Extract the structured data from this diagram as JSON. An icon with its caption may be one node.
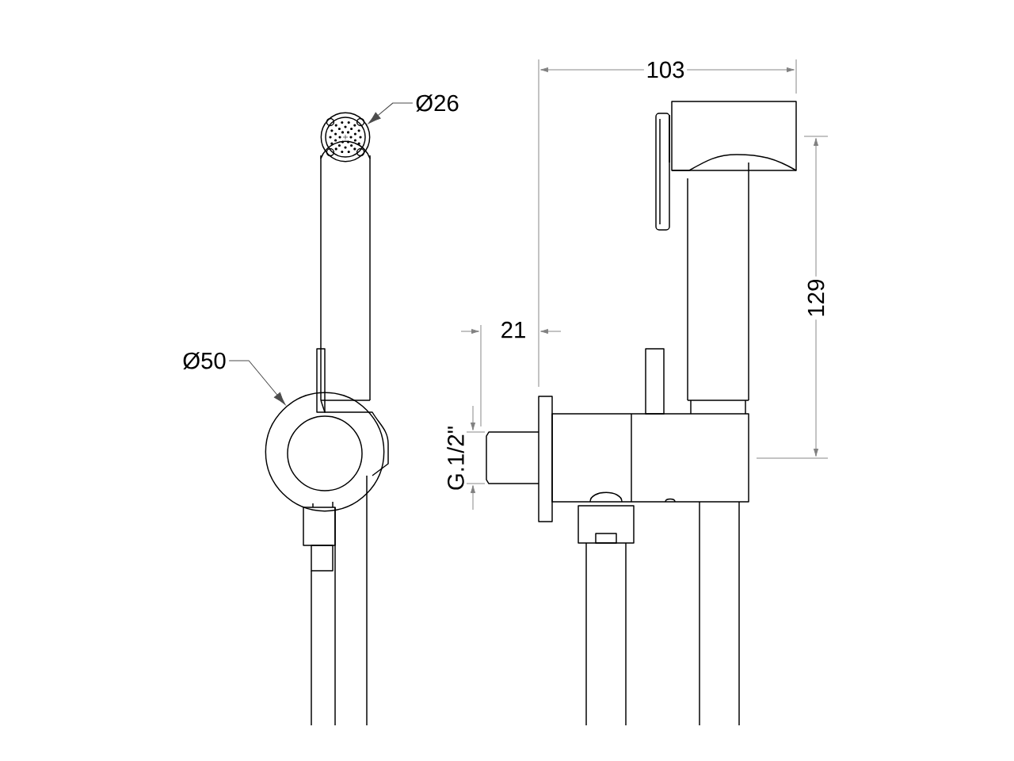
{
  "diagram": {
    "nodes": [
      {
        "text": [
          "Ø26"
        ]
      },
      {
        "text": [],
        "shape": "circle"
      },
      {
        "text": [
          "Ø50"
        ]
      },
      {
        "text": [],
        "shape": "circle"
      }
    ],
    "edges": [
      {
        "from": 0,
        "to": 1,
        "arrow": "to"
      },
      {
        "from": 2,
        "to": 3,
        "arrow": "to"
      }
    ],
    "labels": [
      "103",
      "21",
      "129",
      "G.1/2\""
    ]
  }
}
